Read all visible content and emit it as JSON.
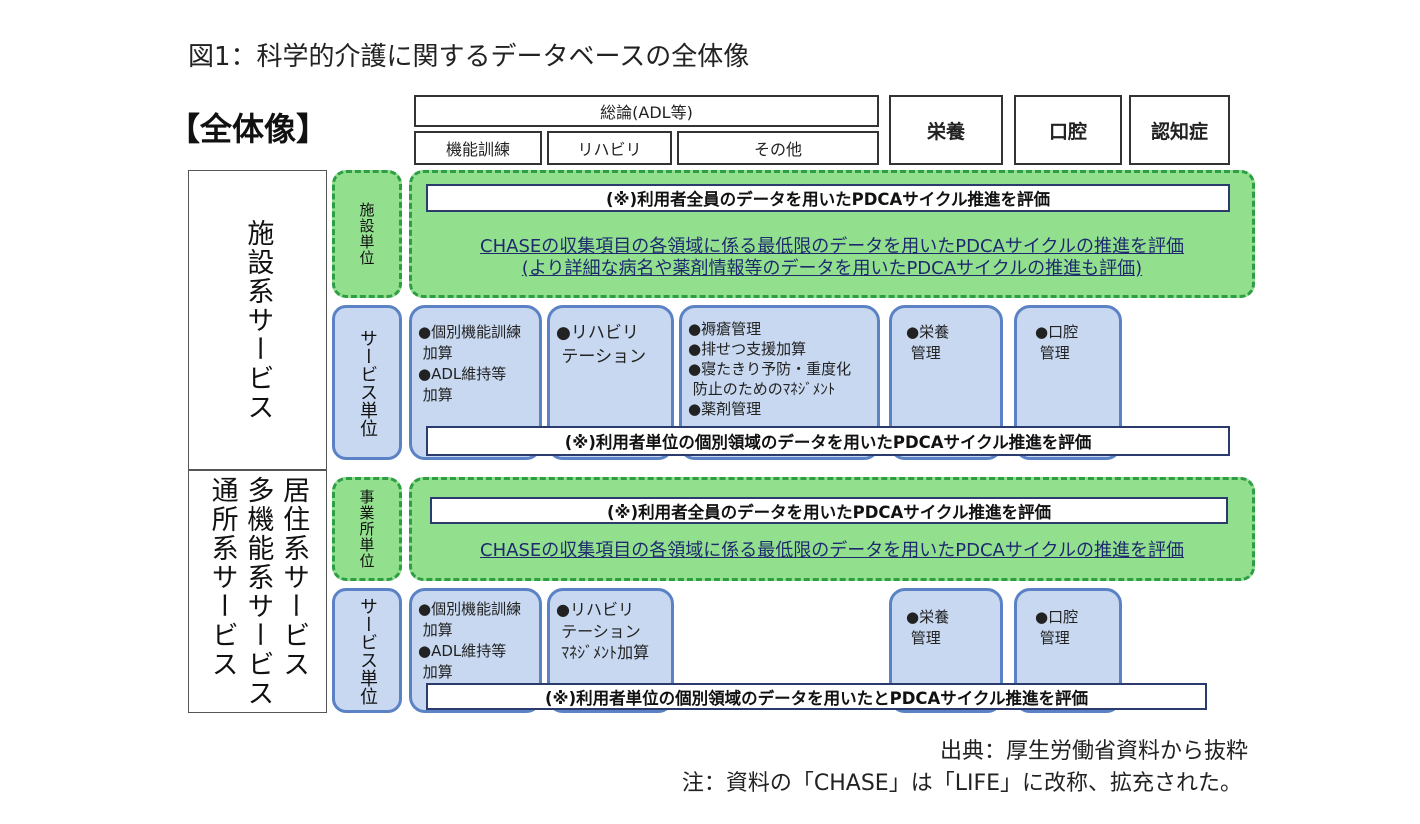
{
  "figure_title": "図1：科学的介護に関するデータベースの全体像",
  "overview_title": "【全体像】",
  "header": {
    "general": "総論(ADL等)",
    "sub_items": [
      "機能訓練",
      "リハビリ",
      "その他"
    ],
    "nutrition": "栄養",
    "oral": "口腔",
    "dementia": "認知症"
  },
  "services": {
    "facility": "施設系サービス",
    "home_line1": "居住系サービス",
    "home_line2": "多機能系サービス",
    "home_line3": "通所系サービス"
  },
  "unit_labels": {
    "facility_unit": "施設単位",
    "service_unit": "サービス単位",
    "office_unit": "事業所単位"
  },
  "facility_section": {
    "banner_all": "(※)利用者全員のデータを用いたPDCAサイクル推進を評価",
    "chase_line1": "CHASEの収集項目の各領域に係る最低限のデータを用いたPDCAサイクルの推進を評価",
    "chase_line2": "(より詳細な病名や薬剤情報等のデータを用いたPDCAサイクルの推進も評価)",
    "items": {
      "func_training": "●個別機能訓練\n 加算\n●ADL維持等\n 加算",
      "rehab": "●リハビリ\n テーション",
      "other": "●褥瘡管理\n●排せつ支援加算\n●寝たきり予防・重度化\n 防止のためのﾏﾈｼﾞﾒﾝﾄ\n●薬剤管理",
      "nutrition": "●栄養\n 管理",
      "oral": "●口腔\n 管理"
    },
    "banner_individual": "(※)利用者単位の個別領域のデータを用いたPDCAサイクル推進を評価"
  },
  "home_section": {
    "banner_all": "(※)利用者全員のデータを用いたPDCAサイクル推進を評価",
    "chase_line1": "CHASEの収集項目の各領域に係る最低限のデータを用いたPDCAサイクルの推進を評価",
    "items": {
      "func_training": "●個別機能訓練\n 加算\n●ADL維持等\n 加算",
      "rehab": "●リハビリ\n テーション\n ﾏﾈｼﾞﾒﾝﾄ加算",
      "nutrition": "●栄養\n 管理",
      "oral": "●口腔\n 管理"
    },
    "banner_individual": "(※)利用者単位の個別領域のデータを用いたとPDCAサイクル推進を評価"
  },
  "source_note": "出典：厚生労働省資料から抜粋",
  "rename_note": "注：資料の「CHASE」は「LIFE」に改称、拡充された。"
}
